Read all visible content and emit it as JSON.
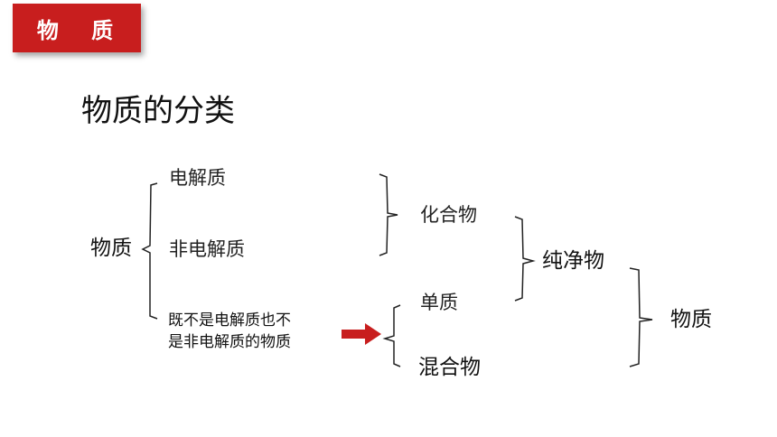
{
  "header": {
    "tag": "物 质"
  },
  "title": "物质的分类",
  "diagram": {
    "root": "物质",
    "electrolyte": "电解质",
    "non_electrolyte": "非电解质",
    "neither_line1": "既不是电解质也不",
    "neither_line2": "是非电解质的物质",
    "compound": "化合物",
    "element": "单质",
    "mixture": "混合物",
    "pure": "纯净物",
    "matter": "物质"
  },
  "colors": {
    "accent": "#c81e1e"
  },
  "icons": {
    "arrow": "right-arrow-icon"
  }
}
